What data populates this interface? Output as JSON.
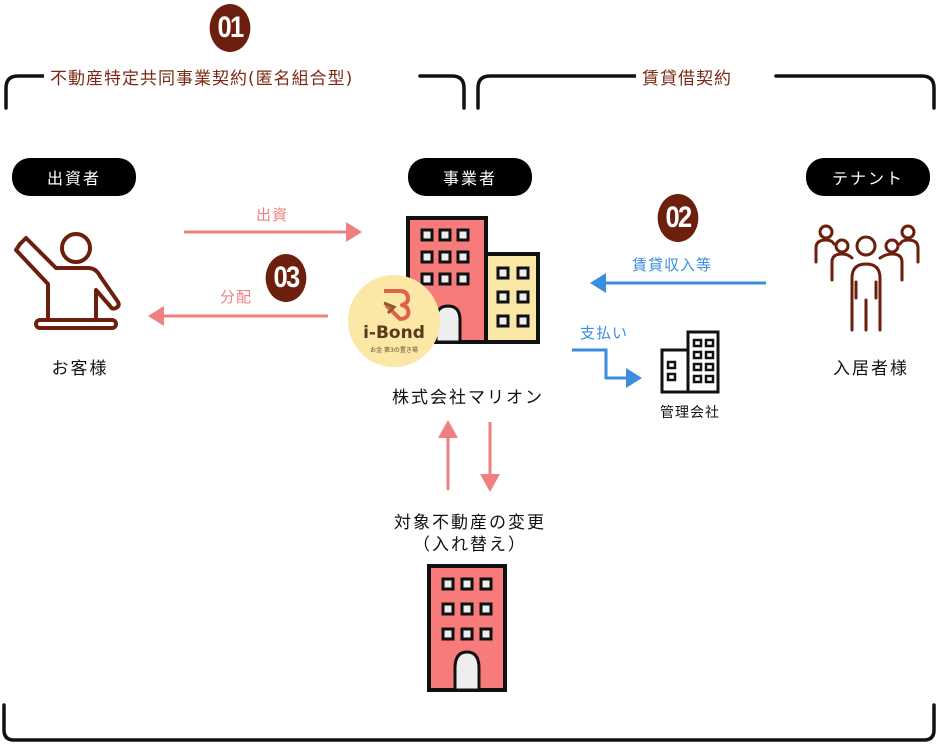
{
  "badges": {
    "step1": "01",
    "step2": "02",
    "step3": "03"
  },
  "sections": {
    "left_contract": "不動産特定共同事業契約(匿名組合型)",
    "right_contract": "賃貸借契約"
  },
  "roles": {
    "investor": {
      "pill": "出資者",
      "caption": "お客様"
    },
    "operator": {
      "pill": "事業者",
      "caption": "株式会社マリオン"
    },
    "tenant": {
      "pill": "テナント",
      "caption": "入居者様"
    }
  },
  "flows": {
    "investment": "出資",
    "distribution": "分配",
    "rental_income": "賃貸収入等",
    "payment": "支払い"
  },
  "management_company": "管理会社",
  "property_change": {
    "line1": "対象不動産の変更",
    "line2": "（入れ替え）"
  },
  "logo": {
    "name": "i-Bond",
    "tagline": "お金 第3の置き場"
  },
  "colors": {
    "badge": "#6b1f0c",
    "section_text": "#7a2a14",
    "pink_arrow": "#f08080",
    "blue_arrow": "#3b8de0",
    "building_red": "#f77b7b",
    "building_yellow": "#fbe7a6",
    "icon_brown": "#6b1f0c"
  }
}
